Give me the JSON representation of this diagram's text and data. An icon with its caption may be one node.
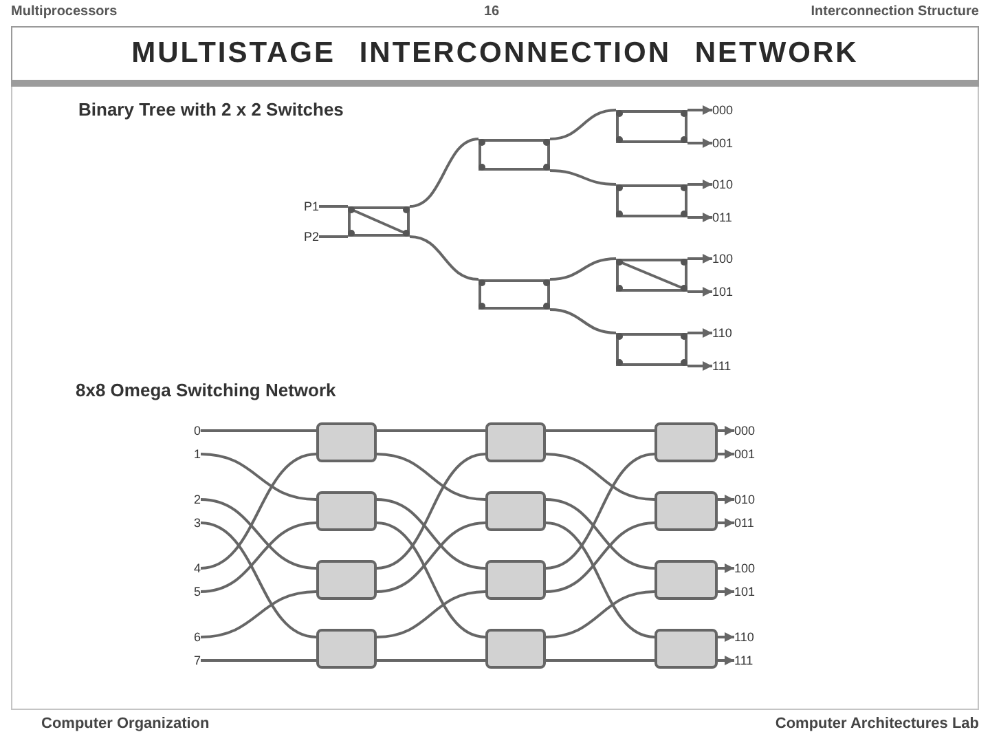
{
  "diagram": {
    "title": "MULTISTAGE INTERCONNECTION NETWORK",
    "nodes": [
      {
        "text": [
          "P1"
        ]
      },
      {
        "text": [
          "P2"
        ]
      },
      {
        "text": [],
        "shape": "box"
      },
      {
        "text": [],
        "shape": "box"
      },
      {
        "text": [],
        "shape": "box"
      },
      {
        "text": [],
        "shape": "box"
      },
      {
        "text": [],
        "shape": "box"
      },
      {
        "text": [],
        "shape": "box"
      },
      {
        "text": [],
        "shape": "box"
      },
      {
        "text": [
          "000"
        ]
      },
      {
        "text": [
          "001"
        ]
      },
      {
        "text": [
          "010"
        ]
      },
      {
        "text": [
          "011"
        ]
      },
      {
        "text": [
          "100"
        ]
      },
      {
        "text": [
          "101"
        ]
      },
      {
        "text": [
          "110"
        ]
      },
      {
        "text": [
          "111"
        ]
      },
      {
        "text": [
          "0"
        ]
      },
      {
        "text": [
          "1"
        ]
      },
      {
        "text": [
          "2"
        ]
      },
      {
        "text": [
          "3"
        ]
      },
      {
        "text": [
          "4"
        ]
      },
      {
        "text": [
          "5"
        ]
      },
      {
        "text": [
          "6"
        ]
      },
      {
        "text": [
          "7"
        ]
      },
      {
        "text": [],
        "shape": "box"
      },
      {
        "text": [],
        "shape": "box"
      },
      {
        "text": [],
        "shape": "box"
      },
      {
        "text": [],
        "shape": "box"
      },
      {
        "text": [],
        "shape": "box"
      },
      {
        "text": [],
        "shape": "box"
      },
      {
        "text": [],
        "shape": "box"
      },
      {
        "text": [],
        "shape": "box"
      },
      {
        "text": [],
        "shape": "box"
      },
      {
        "text": [],
        "shape": "box"
      },
      {
        "text": [],
        "shape": "box"
      },
      {
        "text": [],
        "shape": "box"
      },
      {
        "text": [
          "000"
        ]
      },
      {
        "text": [
          "001"
        ]
      },
      {
        "text": [
          "010"
        ]
      },
      {
        "text": [
          "011"
        ]
      },
      {
        "text": [
          "100"
        ]
      },
      {
        "text": [
          "101"
        ]
      },
      {
        "text": [
          "110"
        ]
      },
      {
        "text": [
          "111"
        ]
      }
    ],
    "edges": [
      {
        "from": 0,
        "to": 2,
        "arrow": "none"
      },
      {
        "from": 1,
        "to": 2,
        "arrow": "none"
      },
      {
        "from": 2,
        "to": 3,
        "arrow": "none"
      },
      {
        "from": 2,
        "to": 4,
        "arrow": "none"
      },
      {
        "from": 3,
        "to": 5,
        "arrow": "none"
      },
      {
        "from": 3,
        "to": 6,
        "arrow": "none"
      },
      {
        "from": 4,
        "to": 7,
        "arrow": "none"
      },
      {
        "from": 4,
        "to": 8,
        "arrow": "none"
      },
      {
        "from": 5,
        "to": 9,
        "arrow": "to"
      },
      {
        "from": 5,
        "to": 10,
        "arrow": "to"
      },
      {
        "from": 6,
        "to": 11,
        "arrow": "to"
      },
      {
        "from": 6,
        "to": 12,
        "arrow": "to"
      },
      {
        "from": 7,
        "to": 13,
        "arrow": "to"
      },
      {
        "from": 7,
        "to": 14,
        "arrow": "to"
      },
      {
        "from": 8,
        "to": 15,
        "arrow": "to"
      },
      {
        "from": 8,
        "to": 16,
        "arrow": "to"
      },
      {
        "from": 17,
        "to": 25,
        "arrow": "none"
      },
      {
        "from": 18,
        "to": 26,
        "arrow": "none"
      },
      {
        "from": 19,
        "to": 27,
        "arrow": "none"
      },
      {
        "from": 20,
        "to": 28,
        "arrow": "none"
      },
      {
        "from": 21,
        "to": 25,
        "arrow": "none"
      },
      {
        "from": 22,
        "to": 26,
        "arrow": "none"
      },
      {
        "from": 23,
        "to": 27,
        "arrow": "none"
      },
      {
        "from": 24,
        "to": 28,
        "arrow": "none"
      },
      {
        "from": 25,
        "to": 29,
        "arrow": "none"
      },
      {
        "from": 25,
        "to": 30,
        "arrow": "none"
      },
      {
        "from": 26,
        "to": 31,
        "arrow": "none"
      },
      {
        "from": 26,
        "to": 32,
        "arrow": "none"
      },
      {
        "from": 27,
        "to": 29,
        "arrow": "none"
      },
      {
        "from": 27,
        "to": 30,
        "arrow": "none"
      },
      {
        "from": 28,
        "to": 31,
        "arrow": "none"
      },
      {
        "from": 28,
        "to": 32,
        "arrow": "none"
      },
      {
        "from": 29,
        "to": 33,
        "arrow": "none"
      },
      {
        "from": 29,
        "to": 34,
        "arrow": "none"
      },
      {
        "from": 30,
        "to": 35,
        "arrow": "none"
      },
      {
        "from": 30,
        "to": 36,
        "arrow": "none"
      },
      {
        "from": 31,
        "to": 33,
        "arrow": "none"
      },
      {
        "from": 31,
        "to": 34,
        "arrow": "none"
      },
      {
        "from": 32,
        "to": 35,
        "arrow": "none"
      },
      {
        "from": 32,
        "to": 36,
        "arrow": "none"
      },
      {
        "from": 33,
        "to": 37,
        "arrow": "to"
      },
      {
        "from": 33,
        "to": 38,
        "arrow": "to"
      },
      {
        "from": 34,
        "to": 39,
        "arrow": "to"
      },
      {
        "from": 34,
        "to": 40,
        "arrow": "to"
      },
      {
        "from": 35,
        "to": 41,
        "arrow": "to"
      },
      {
        "from": 35,
        "to": 42,
        "arrow": "to"
      },
      {
        "from": 36,
        "to": 43,
        "arrow": "to"
      },
      {
        "from": 36,
        "to": 44,
        "arrow": "to"
      }
    ],
    "labels": [
      "Multiprocessors",
      "16",
      "Interconnection Structure",
      "Binary Tree with 2 x 2 Switches",
      "8x8 Omega Switching Network",
      "Computer Organization",
      "Computer Architectures Lab"
    ]
  }
}
